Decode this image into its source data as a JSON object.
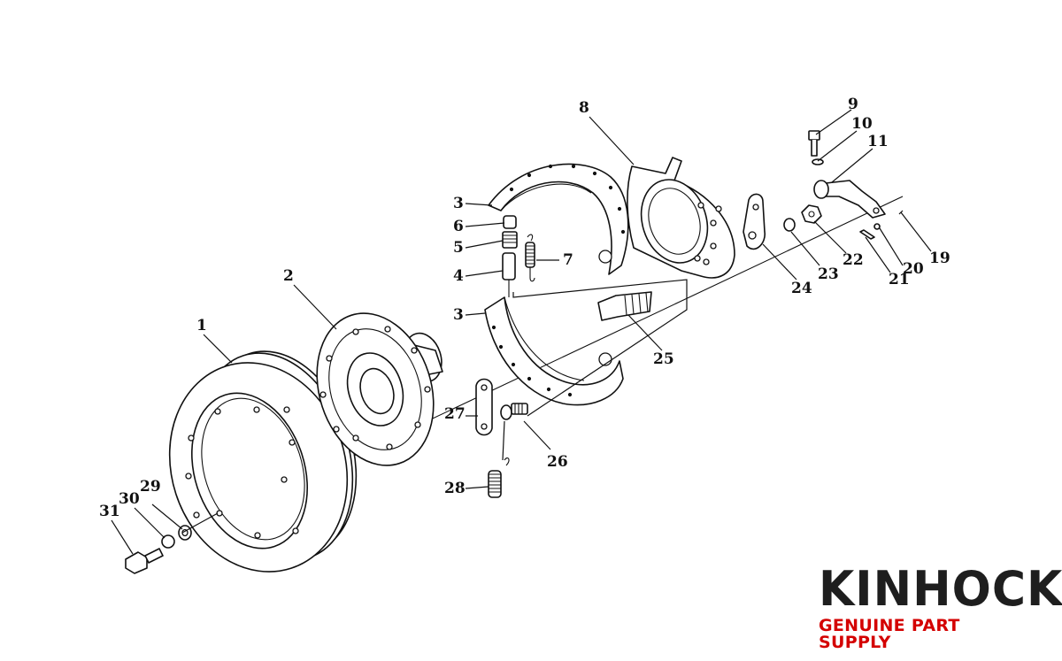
{
  "colors": {
    "line": "#111111",
    "background": "#ffffff",
    "brand_dark": "#1e1e1e",
    "brand_red": "#d40000"
  },
  "brand": {
    "name": "KINHOCK",
    "tagline": "GENUINE PART SUPPLY"
  },
  "callouts": {
    "c1": "1",
    "c2": "2",
    "c3a": "3",
    "c3b": "3",
    "c4": "4",
    "c5": "5",
    "c6": "6",
    "c7": "7",
    "c8": "8",
    "c9": "9",
    "c10": "10",
    "c11": "11",
    "c19": "19",
    "c20": "20",
    "c21": "21",
    "c22": "22",
    "c23": "23",
    "c24": "24",
    "c25": "25",
    "c26": "26",
    "c27": "27",
    "c28": "28",
    "c29": "29",
    "c30": "30",
    "c31": "31"
  }
}
